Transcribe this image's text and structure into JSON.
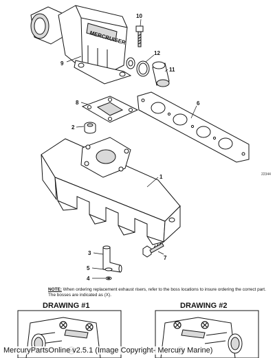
{
  "callouts": {
    "c1": "1",
    "c2": "2",
    "c3": "3",
    "c4": "4",
    "c5": "5",
    "c6": "6",
    "c7": "7",
    "c8": "8",
    "c9": "9",
    "c10": "10",
    "c11": "11",
    "c12": "12"
  },
  "brand_mark": "MERCRUISER",
  "ref_code": "22344",
  "note": {
    "label": "NOTE:",
    "text": "When ordering replacement exhaust risers, refer to the boss locations to insure ordering the correct part. The bosses are indicated as (X)."
  },
  "drawings": {
    "d1_title": "DRAWING #1",
    "d2_title": "DRAWING #2"
  },
  "footer": "MercuryPartsOnline v2.5.1 (Image Copyright- Mercury Marine)"
}
